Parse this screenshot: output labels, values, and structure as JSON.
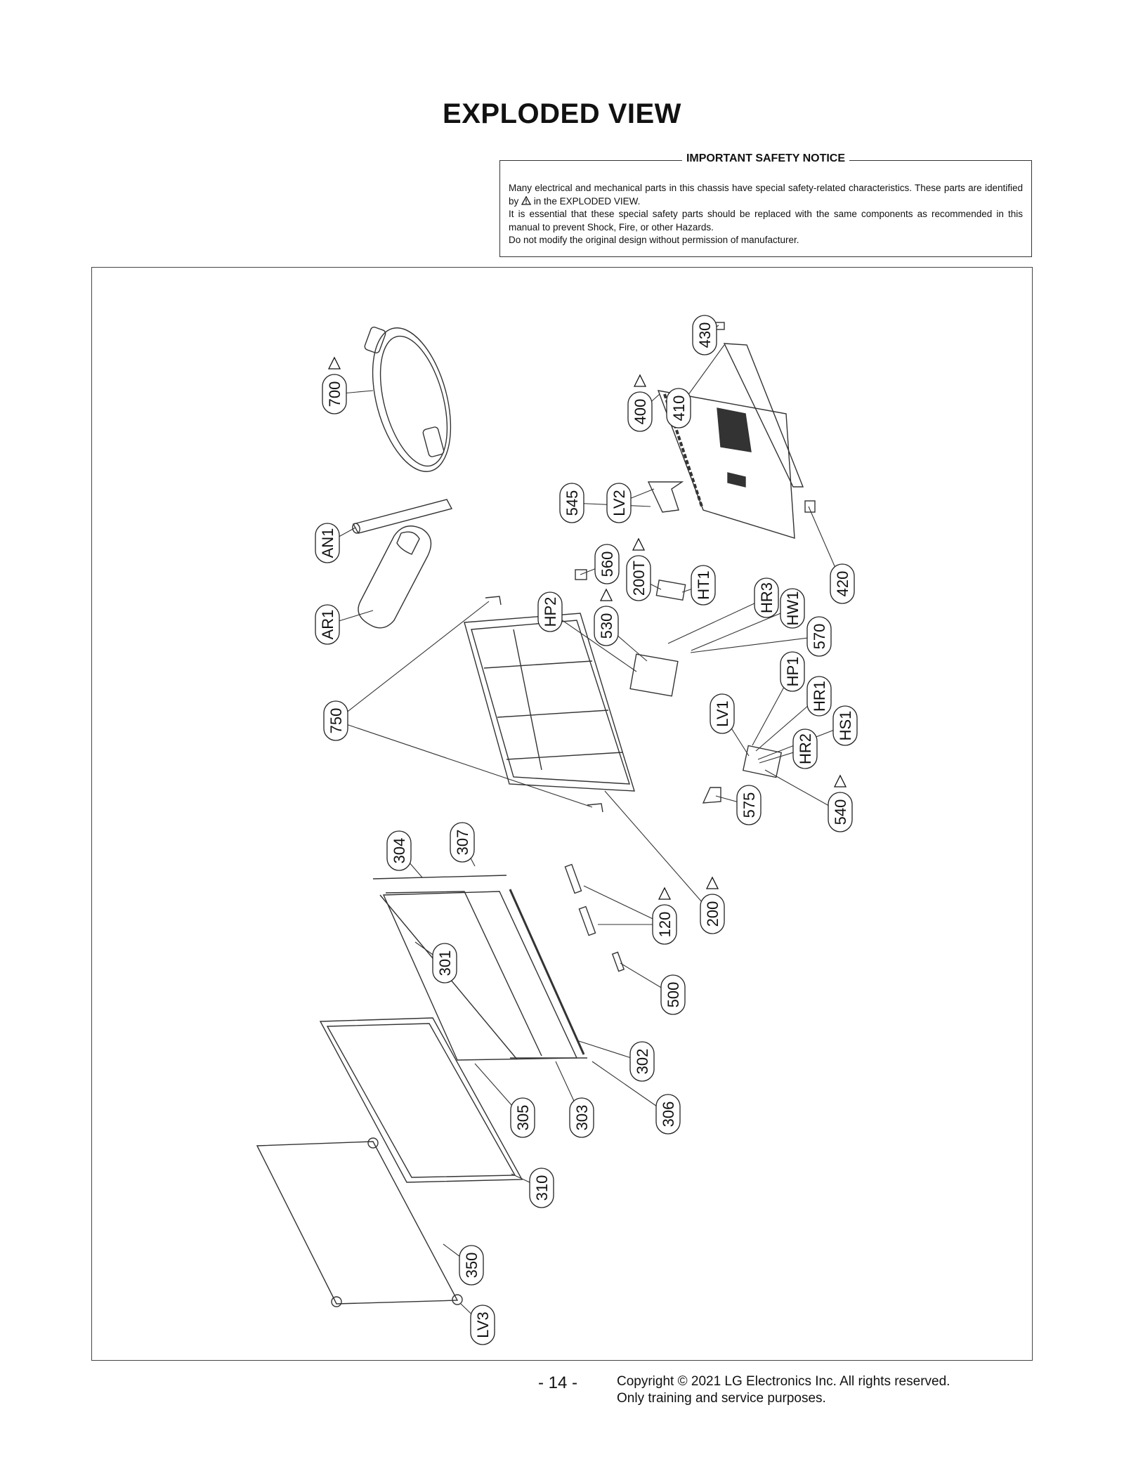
{
  "page": {
    "title": "EXPLODED VIEW"
  },
  "notice": {
    "title": "IMPORTANT SAFETY NOTICE",
    "line1_pre": "Many electrical and mechanical parts in this chassis have special safety-related characteristics. These parts are identified by",
    "line1_post": "in the EXPLODED VIEW.",
    "line2": "It is essential that these special safety parts should be replaced with the same components as recommended in this manual to prevent Shock, Fire, or other Hazards.",
    "line3": "Do not modify the original design without permission of manufacturer."
  },
  "callouts": [
    {
      "id": "c700",
      "text": "700",
      "warning": true
    },
    {
      "id": "cAN1",
      "text": "AN1",
      "warning": false
    },
    {
      "id": "cAR1",
      "text": "AR1",
      "warning": false
    },
    {
      "id": "c750",
      "text": "750",
      "warning": false
    },
    {
      "id": "c400",
      "text": "400",
      "warning": true
    },
    {
      "id": "c410",
      "text": "410",
      "warning": false
    },
    {
      "id": "c430",
      "text": "430",
      "warning": false
    },
    {
      "id": "c420",
      "text": "420",
      "warning": false
    },
    {
      "id": "cLV2",
      "text": "LV2",
      "warning": false
    },
    {
      "id": "c545",
      "text": "545",
      "warning": false
    },
    {
      "id": "c560",
      "text": "560",
      "warning": false
    },
    {
      "id": "cHP2",
      "text": "HP2",
      "warning": false
    },
    {
      "id": "c530",
      "text": "530",
      "warning": true
    },
    {
      "id": "c200T",
      "text": "200T",
      "warning": true
    },
    {
      "id": "cHT1",
      "text": "HT1",
      "warning": false
    },
    {
      "id": "cHR3",
      "text": "HR3",
      "warning": false
    },
    {
      "id": "cHW1",
      "text": "HW1",
      "warning": false
    },
    {
      "id": "c570",
      "text": "570",
      "warning": false
    },
    {
      "id": "cHP1",
      "text": "HP1",
      "warning": false
    },
    {
      "id": "cHR1",
      "text": "HR1",
      "warning": false
    },
    {
      "id": "cLV1",
      "text": "LV1",
      "warning": false
    },
    {
      "id": "cHS1",
      "text": "HS1",
      "warning": false
    },
    {
      "id": "cHR2",
      "text": "HR2",
      "warning": false
    },
    {
      "id": "c540",
      "text": "540",
      "warning": true
    },
    {
      "id": "c575",
      "text": "575",
      "warning": false
    },
    {
      "id": "c304",
      "text": "304",
      "warning": false
    },
    {
      "id": "c307",
      "text": "307",
      "warning": false
    },
    {
      "id": "c200",
      "text": "200",
      "warning": true
    },
    {
      "id": "c120",
      "text": "120",
      "warning": true
    },
    {
      "id": "c301",
      "text": "301",
      "warning": false
    },
    {
      "id": "c500",
      "text": "500",
      "warning": false
    },
    {
      "id": "c302",
      "text": "302",
      "warning": false
    },
    {
      "id": "c305",
      "text": "305",
      "warning": false
    },
    {
      "id": "c303",
      "text": "303",
      "warning": false
    },
    {
      "id": "c306",
      "text": "306",
      "warning": false
    },
    {
      "id": "c310",
      "text": "310",
      "warning": false
    },
    {
      "id": "c350",
      "text": "350",
      "warning": false
    },
    {
      "id": "cLV3",
      "text": "LV3",
      "warning": false
    }
  ],
  "footer": {
    "page_number": "- 14 -",
    "copyright": "Copyright © 2021 LG Electronics Inc. All rights reserved.",
    "usage": "Only training and service purposes."
  }
}
